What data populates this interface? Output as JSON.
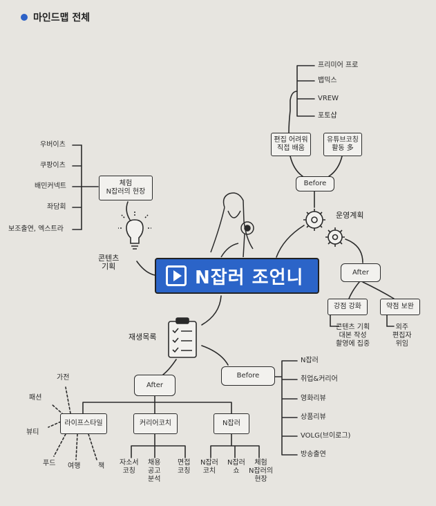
{
  "header": {
    "title": "마인드맵 전체",
    "bullet_color": "#2d62c7"
  },
  "center": {
    "name": "N잡러 조언니",
    "color": "#2b64c8",
    "icon": "play-icon"
  },
  "sections": {
    "operation_plan": "운영계획",
    "content_plan": [
      "콘텐츠",
      "기획"
    ],
    "playlist": "재생목록"
  },
  "top_right": {
    "before_label": "Before",
    "after_label": "After",
    "edit_tools": [
      "프리미어 프로",
      "뱁믹스",
      "VREW",
      "포토샵"
    ],
    "edit_box": [
      "편집 어려워",
      "직접 배움"
    ],
    "coaching_box": [
      "유튜브코칭",
      "활동 多"
    ],
    "strength_box": "강점 강화",
    "weakness_box": "약점 보완",
    "strength_items": [
      "콘텐츠 기획",
      "대본 작성",
      "촬영에 집중"
    ],
    "weakness_items": [
      "외주",
      "편집자",
      "위임"
    ]
  },
  "top_left": {
    "experience_box": [
      "체험",
      "N잡러의 현장"
    ],
    "items": [
      "우버이츠",
      "쿠팡이츠",
      "배민커넥트",
      "좌담회",
      "보조출연, 엑스트라"
    ]
  },
  "bottom": {
    "before_label": "Before",
    "after_label": "After",
    "before_items": [
      "N잡러",
      "취업&커리어",
      "영화리뷰",
      "상품리뷰",
      "VOLG(브이로그)",
      "방송출연"
    ],
    "lifestyle": "라이프스타일",
    "career": "커리어코치",
    "njob": "N잡러",
    "lifestyle_items": [
      "가전",
      "패션",
      "뷰티",
      "푸드",
      "여행",
      "책"
    ],
    "career_items": [
      [
        "자소서",
        "코칭"
      ],
      [
        "채용",
        "공고",
        "분석"
      ],
      [
        "면접",
        "코칭"
      ]
    ],
    "njob_items": [
      [
        "N잡러",
        "코치"
      ],
      [
        "N잡러",
        "쇼"
      ],
      [
        "체험",
        "N잡러의",
        "현장"
      ]
    ]
  }
}
